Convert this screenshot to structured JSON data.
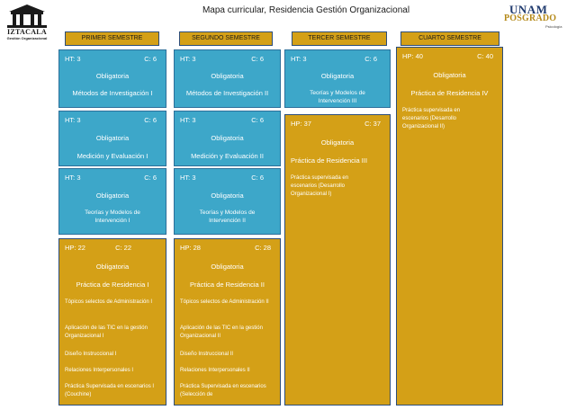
{
  "title": "Mapa curricular, Residencia Gestión Organizacional",
  "logo_left": {
    "brand": "IZTACALA",
    "sub": "Gestión Organizacional",
    "icon": "iztacala-building-icon"
  },
  "logo_right": {
    "brand": "UNAM",
    "program": "POSGRADO",
    "sub": "Psicología"
  },
  "semesters": [
    {
      "header": "PRIMER SEMESTRE",
      "cards": [
        {
          "ht": "HT: 3",
          "c": "C: 6",
          "kind": "Obligatoria",
          "name": "Métodos de Investigación I"
        },
        {
          "ht": "HT: 3",
          "c": "C: 6",
          "kind": "Obligatoria",
          "name": "Medición y Evaluación I"
        },
        {
          "ht": "HT: 3",
          "c": "C: 6",
          "kind": "Obligatoria",
          "name": "Teorías y Modelos de Intervención I"
        }
      ],
      "practice": {
        "hp": "HP: 22",
        "c": "C: 22",
        "kind": "Obligatoria",
        "name": "Práctica de Residencia I",
        "topics": [
          "Tópicos selectos de Administración I",
          "Aplicación de las TIC en la gestión Organizacional I",
          "Diseño Instruccional I",
          "Relaciones Interpersonales I",
          "Práctica Supervisada en escenarios I (Couchine)"
        ]
      }
    },
    {
      "header": "SEGUNDO SEMESTRE",
      "cards": [
        {
          "ht": "HT: 3",
          "c": "C: 6",
          "kind": "Obligatoria",
          "name": "Métodos de Investigación II"
        },
        {
          "ht": "HT: 3",
          "c": "C: 6",
          "kind": "Obligatoria",
          "name": "Medición y Evaluación II"
        },
        {
          "ht": "HT: 3",
          "c": "C: 6",
          "kind": "Obligatoria",
          "name": "Teorías y Modelos de Intervención II"
        }
      ],
      "practice": {
        "hp": "HP: 28",
        "c": "C: 28",
        "kind": "Obligatoria",
        "name": "Práctica de Residencia II",
        "topics": [
          "Tópicos selectos de Administración II",
          "Aplicación de las TIC en la gestión Organizacional II",
          "Diseño Instruccional II",
          "Relaciones Interpersonales II",
          "Práctica Supervisada en escenarios (Selección de"
        ]
      }
    },
    {
      "header": "TERCER SEMESTRE",
      "cards": [
        {
          "ht": "HT: 3",
          "c": "C: 6",
          "kind": "Obligatoria",
          "name": "Teorías y Modelos de Intervención III"
        }
      ],
      "practice": {
        "hp": "HP: 37",
        "c": "C: 37",
        "kind": "Obligatoria",
        "name": "Práctica de Residencia III",
        "desc": "Práctica supervisada en escenarios (Desarrollo Organizacional I)"
      }
    },
    {
      "header": "CUARTO SEMESTRE",
      "practice": {
        "hp": "HP: 40",
        "c": "C: 40",
        "kind": "Obligatoria",
        "name": "Práctica de Residencia IV",
        "desc": "Práctica supervisada en escenarios (Desarrollo Organizacional II)"
      }
    }
  ],
  "colors": {
    "blue": "#3da7c9",
    "gold": "#d4a017",
    "border": "#2c4d7a"
  }
}
